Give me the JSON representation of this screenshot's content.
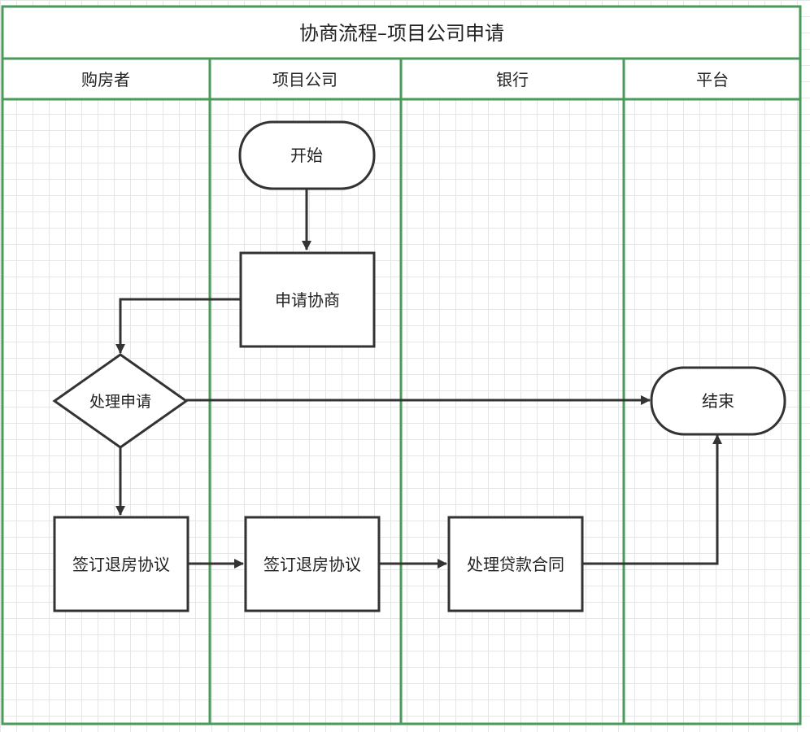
{
  "title": "协商流程–项目公司申请",
  "lanes": [
    {
      "label": "购房者"
    },
    {
      "label": "项目公司"
    },
    {
      "label": "银行"
    },
    {
      "label": "平台"
    }
  ],
  "nodes": {
    "start": "开始",
    "apply": "申请协商",
    "process_decision": "处理申请",
    "buyer_sign": "签订退房协议",
    "company_sign": "签订退房协议",
    "bank_process": "处理贷款合同",
    "end": "结束"
  },
  "colors": {
    "lane_border": "#4a9a5a",
    "shape_stroke": "#333333",
    "grid": "#e6e6e6"
  }
}
